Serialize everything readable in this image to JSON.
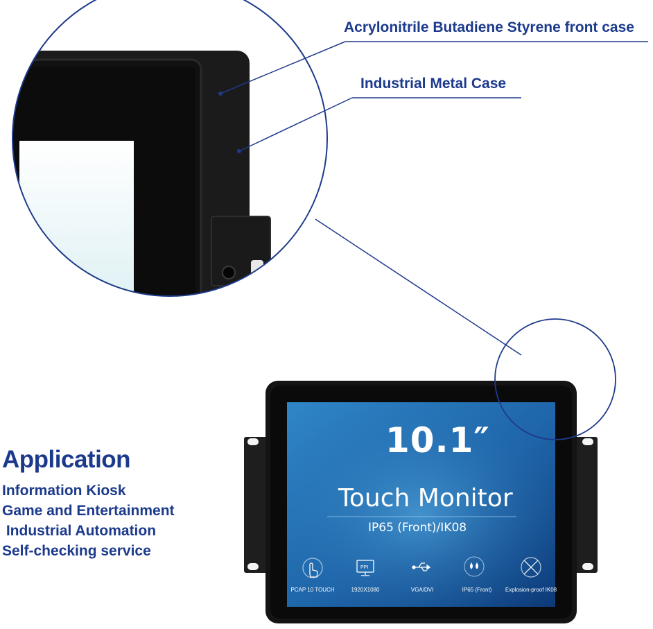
{
  "callouts": {
    "abs_front_case": "Acrylonitrile Butadiene Styrene front case",
    "metal_case": "Industrial Metal Case"
  },
  "application": {
    "title": "Application",
    "items": [
      "Information Kiosk",
      "Game and Entertainment",
      " Industrial Automation",
      "Self-checking service"
    ]
  },
  "screen": {
    "size": "10.1″",
    "title": "Touch Monitor",
    "subtitle": "IP65 (Front)/IK08",
    "features": [
      {
        "icon": "touch-hand-icon",
        "label": "PCAP 10 TOUCH"
      },
      {
        "icon": "ppi-monitor-icon",
        "label": "1920X1080"
      },
      {
        "icon": "usb-icon",
        "label": "VGA/DVI"
      },
      {
        "icon": "water-drops-icon",
        "label": "IP65 (Front)"
      },
      {
        "icon": "explosion-proof-icon",
        "label": "Explosion-proof  IK08"
      }
    ]
  },
  "colors": {
    "accent_blue": "#1c3a8c",
    "callout_line": "#1e3a8a",
    "bezel": "#141414",
    "screen_blue": "#1e64a8"
  }
}
